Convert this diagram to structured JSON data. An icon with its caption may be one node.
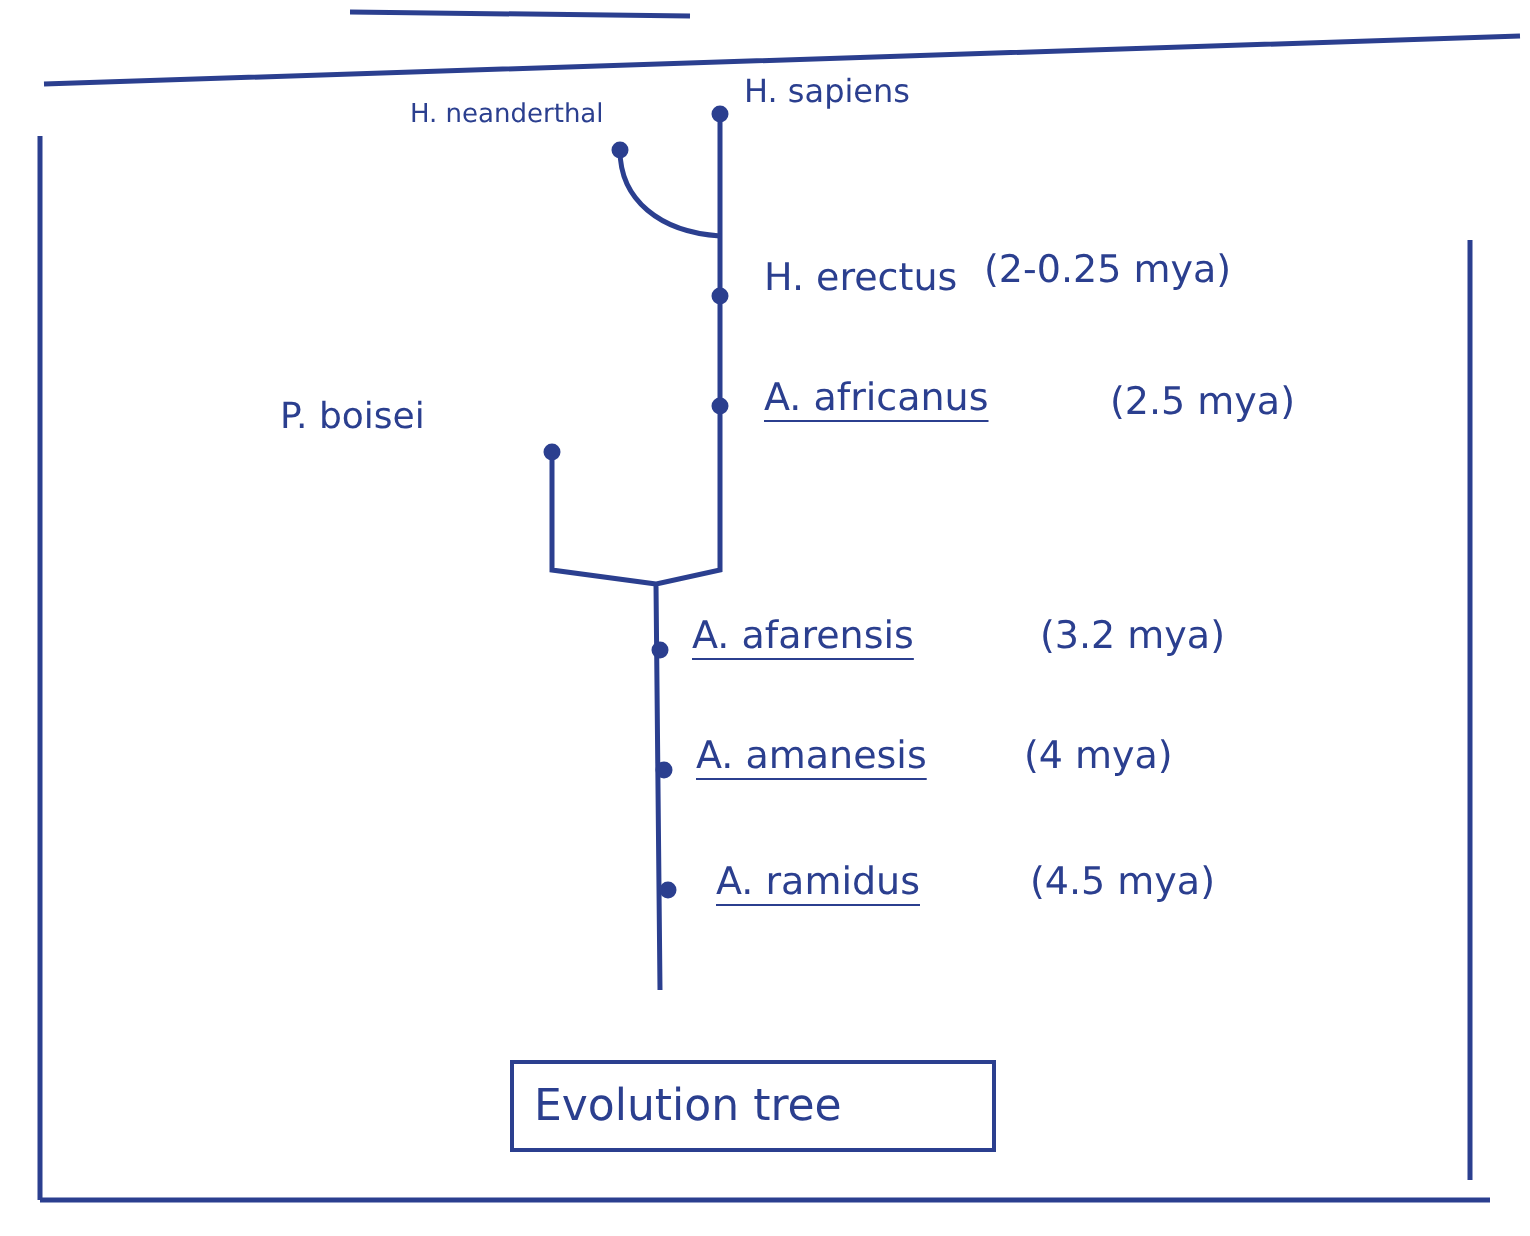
{
  "diagram": {
    "nodes": [
      {
        "text": [
          "Evolution tree"
        ]
      }
    ],
    "labels": [
      "H. neanderthal",
      "H. sapiens",
      "H. erectus",
      "(2-0.25 mya)",
      "P. boisei",
      "A. africanus",
      "(2.5 mya)",
      "A. afarensis",
      "(3.2 mya)",
      "A. amanesis",
      "(4 mya)",
      "A. ramidus",
      "(4.5 mya)"
    ]
  }
}
